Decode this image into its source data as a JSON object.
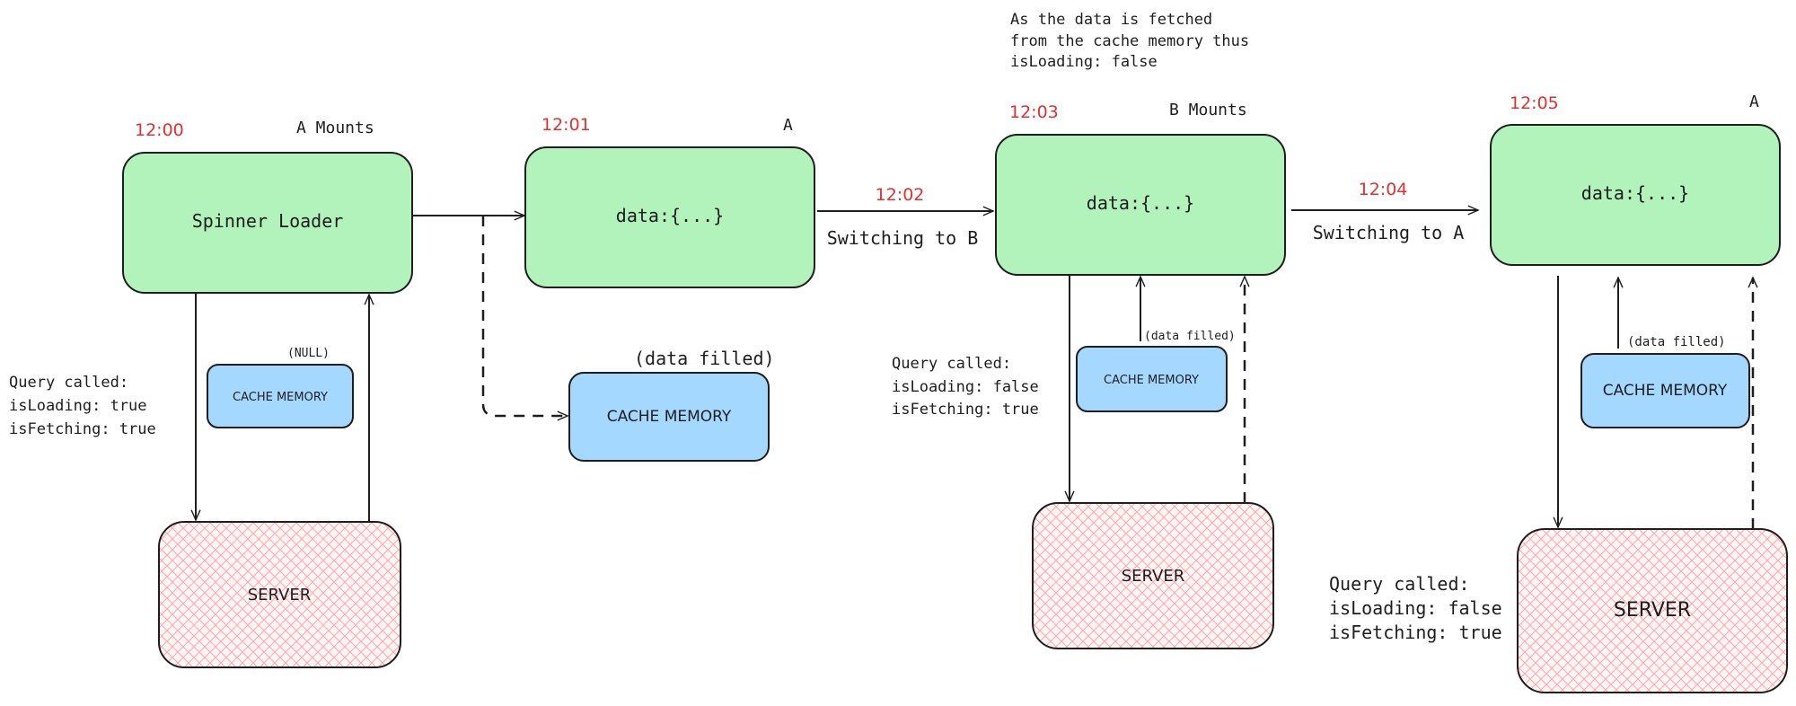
{
  "times": {
    "t1200": "12:00",
    "t1201": "12:01",
    "t1202": "12:02",
    "t1203": "12:03",
    "t1204": "12:04",
    "t1205": "12:05"
  },
  "labels": {
    "a_mounts": "A Mounts",
    "a_1201": "A",
    "b_mounts": "B Mounts",
    "a_1205": "A",
    "switching_to_b": "Switching to B",
    "switching_to_a": "Switching to A",
    "null": "(NULL)",
    "data_filled_1": "(data filled)",
    "data_filled_2": "(data filled)",
    "data_filled_3": "(data filled)"
  },
  "boxes": {
    "spinner_loader": "Spinner Loader",
    "data_1201": "data:{...}",
    "data_1203": "data:{...}",
    "data_1205": "data:{...}",
    "cache_1": "CACHE MEMORY",
    "cache_2": "CACHE MEMORY",
    "cache_3": "CACHE MEMORY",
    "cache_4": "CACHE MEMORY",
    "server_1": "SERVER",
    "server_2": "SERVER",
    "server_3": "SERVER"
  },
  "notes": {
    "query_1": [
      "Query called:",
      "isLoading: true",
      "isFetching: true"
    ],
    "query_2": [
      "Query called:",
      "isLoading: false",
      "isFetching: true"
    ],
    "query_3": [
      "Query called:",
      "isLoading: false",
      "isFetching: true"
    ],
    "cache_note": [
      "As the data is fetched",
      "from the cache memory thus",
      "isLoading: false"
    ]
  },
  "colors": {
    "green": "#b2f2bb",
    "blue": "#a5d8ff",
    "hatch": "#ffc9c9",
    "time_red": "#e03131",
    "stroke": "#1e1e1e"
  }
}
